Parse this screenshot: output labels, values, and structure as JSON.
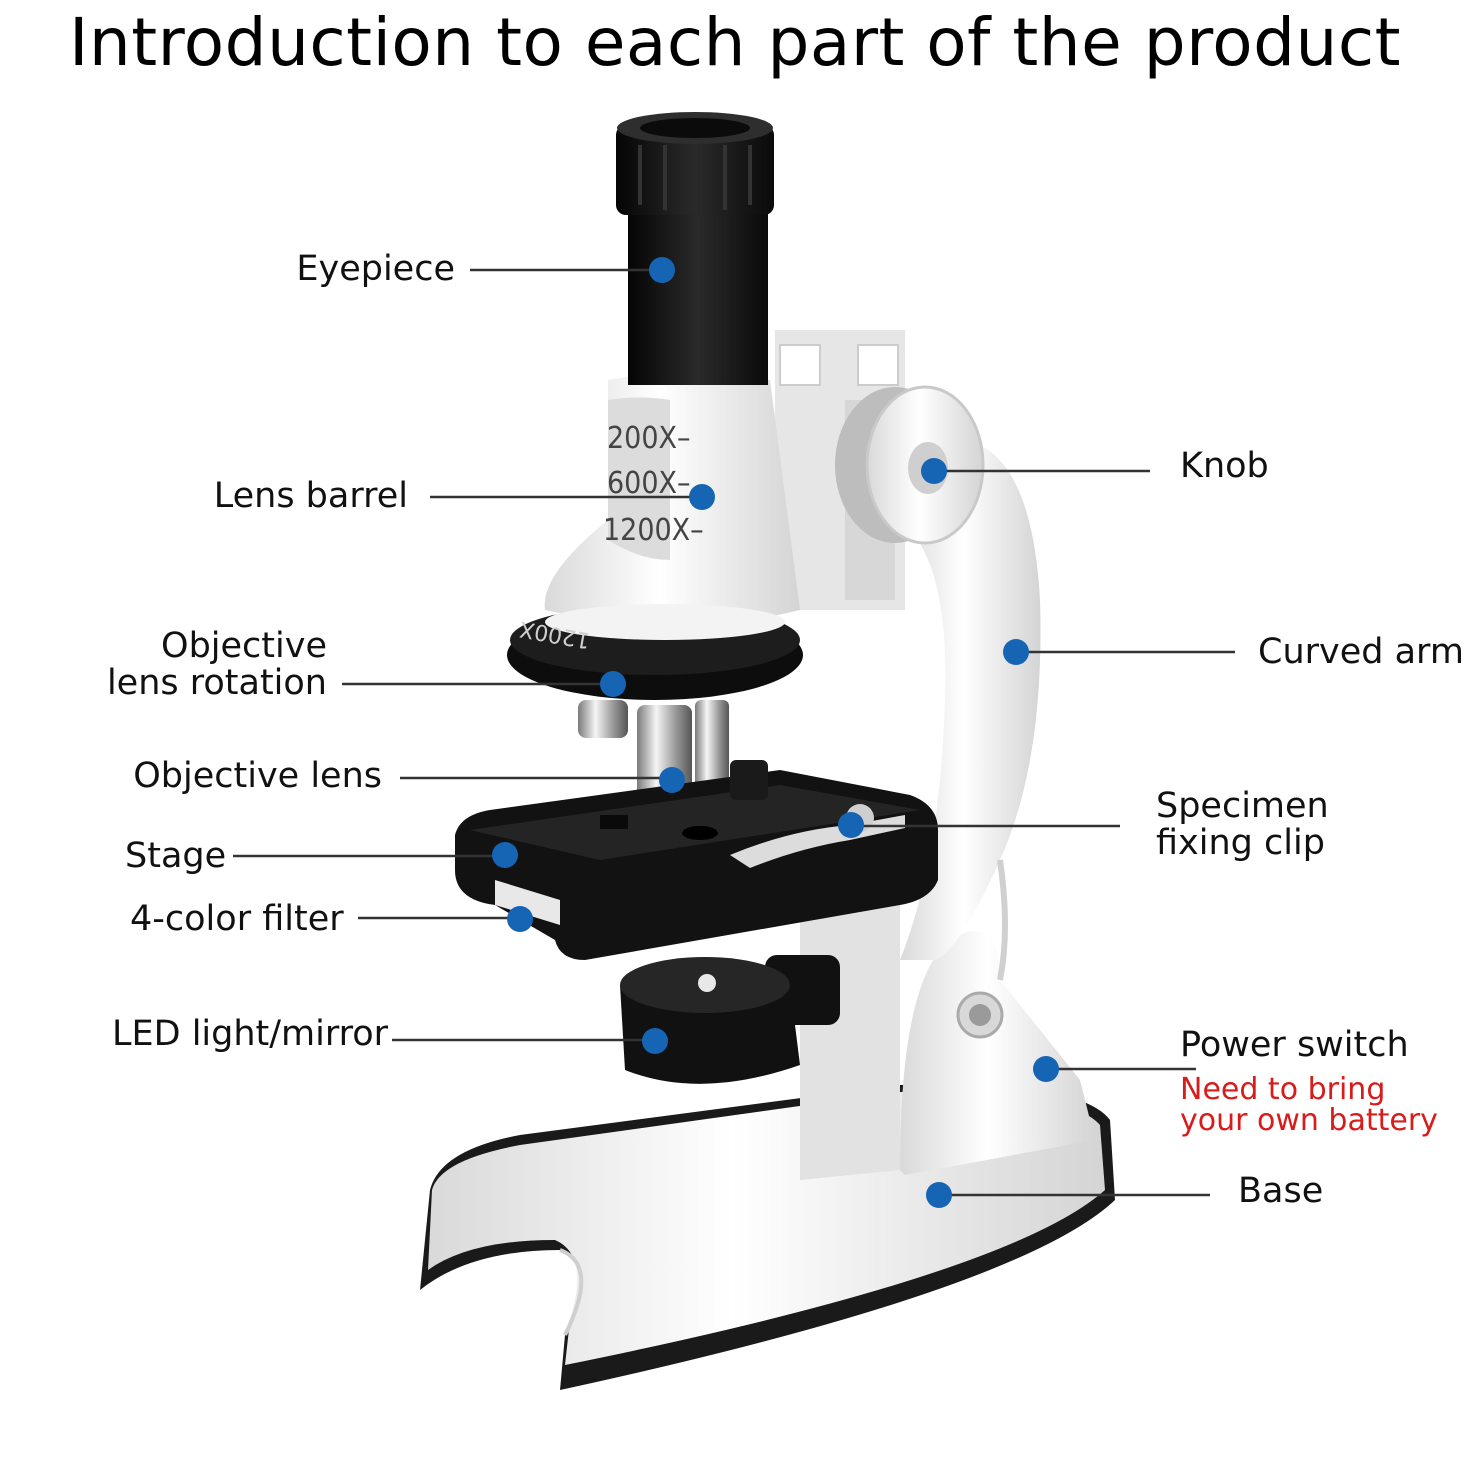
{
  "title": "Introduction to each part of the product",
  "lens_markings": [
    "200X–",
    "600X–",
    "1200X–"
  ],
  "turret_marking": "1200X",
  "parts": [
    {
      "id": "eyepiece",
      "label": "Eyepiece"
    },
    {
      "id": "lens-barrel",
      "label": "Lens barrel"
    },
    {
      "id": "objective-lens-rotation",
      "label_lines": [
        "Objective",
        "lens rotation"
      ]
    },
    {
      "id": "objective-lens",
      "label": "Objective lens"
    },
    {
      "id": "stage",
      "label": "Stage"
    },
    {
      "id": "color-filter",
      "label": "4-color filter"
    },
    {
      "id": "led-light-mirror",
      "label": "LED light/mirror"
    },
    {
      "id": "knob",
      "label": "Knob"
    },
    {
      "id": "curved-arm",
      "label": "Curved arm"
    },
    {
      "id": "specimen-fixing-clip",
      "label_lines": [
        "Specimen",
        "fixing clip"
      ]
    },
    {
      "id": "power-switch",
      "label": "Power switch",
      "note_lines": [
        "Need to bring",
        "your own battery"
      ]
    },
    {
      "id": "base",
      "label": "Base"
    }
  ],
  "colors": {
    "marker": "#1565b4",
    "note": "#d81b1b",
    "body_dark": "#151515",
    "body_white": "#f3f3f3"
  }
}
